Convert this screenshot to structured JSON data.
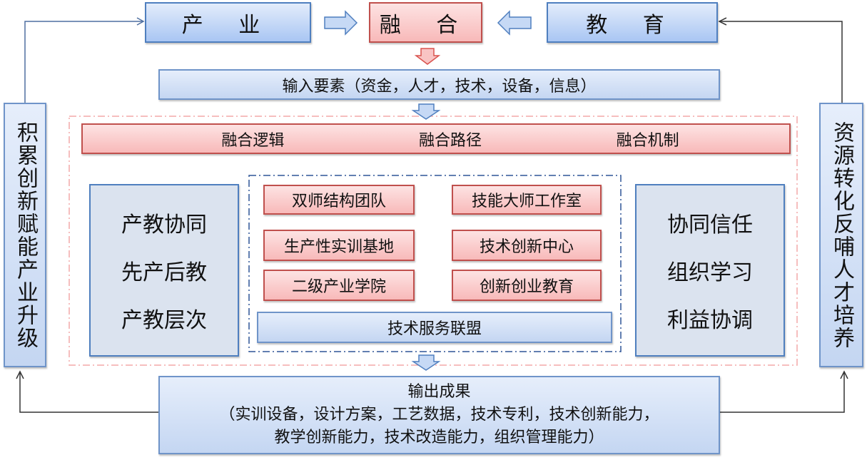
{
  "top": {
    "industry": "产 业",
    "fusion": "融 合",
    "education": "教 育"
  },
  "input": "输入要素（资金，人才，技术，设备，信息）",
  "fusion_bar": [
    "融合逻辑",
    "融合路径",
    "融合机制"
  ],
  "left_col": [
    "产教协同",
    "先产后教",
    "产教层次"
  ],
  "right_col": [
    "协同信任",
    "组织学习",
    "利益协调"
  ],
  "center_items": [
    "双师结构团队",
    "技能大师工作室",
    "生产性实训基地",
    "技术创新中心",
    "二级产业学院",
    "创新创业教育"
  ],
  "alliance": "技术服务联盟",
  "output": {
    "title": "输出成果",
    "line1": "（实训设备，设计方案，工艺数据，技术专利，技术创新能力，",
    "line2": "教学创新能力，技术改造能力，组织管理能力）"
  },
  "side_left": "积累创新赋能产业升级",
  "side_right": "资源转化反哺人才培养"
}
